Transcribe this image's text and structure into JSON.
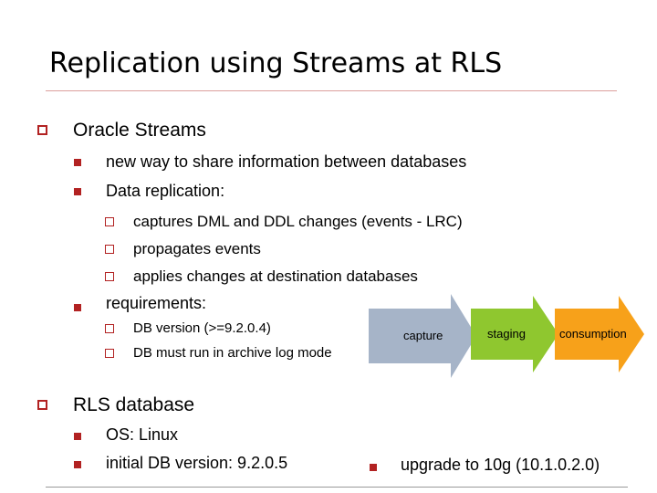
{
  "slide": {
    "title": "Replication using Streams at RLS",
    "oracle_streams": {
      "heading": "Oracle Streams",
      "item1": "new way to share information between databases",
      "item2": "Data replication:",
      "sub1": "captures DML and DDL changes (events - LRC)",
      "sub2": "propagates events",
      "sub3": "applies changes at destination databases",
      "item3": "requirements:",
      "req1": "DB version (>=9.2.0.4)",
      "req2": "DB must run in archive log mode"
    },
    "flow": {
      "capture": "capture",
      "staging": "staging",
      "consumption": "consumption",
      "colors": {
        "capture": "#a6b4c8",
        "staging": "#8fc72f",
        "consumption": "#f7a11a"
      }
    },
    "rls_database": {
      "heading": "RLS database",
      "os": "OS: Linux",
      "initial_version": "initial DB version: 9.2.0.5",
      "upgrade": "upgrade to 10g (10.1.0.2.0)"
    }
  }
}
